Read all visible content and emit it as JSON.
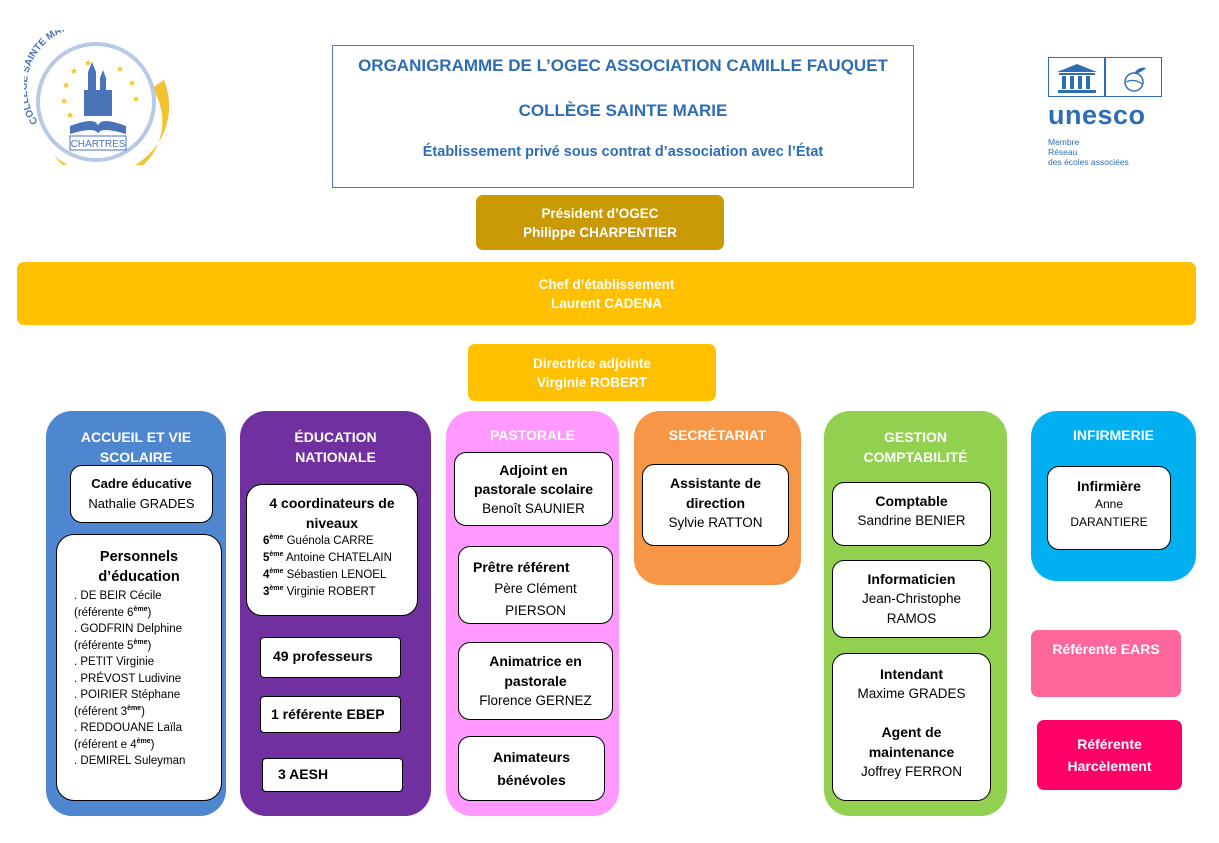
{
  "header": {
    "title": "ORGANIGRAMME DE L’OGEC ASSOCIATION CAMILLE FAUQUET",
    "subtitle": "COLLÈGE SAINTE MARIE",
    "tagline": "Établissement privé sous contrat d’association avec l’État"
  },
  "college_logo": {
    "arc_text": "COLLÈGE SAINTE MARIE",
    "city": "CHARTRES",
    "colors": {
      "blue": "#4a74b8",
      "gold": "#f2c232"
    }
  },
  "unesco_logo": {
    "wordmark": "unesco",
    "lines": [
      "Membre",
      "Réseau",
      "des écoles associées"
    ],
    "color": "#2e6db4"
  },
  "president": {
    "role": "Président d’OGEC",
    "name": "Philippe CHARPENTIER",
    "color": "#c99a06"
  },
  "chef": {
    "role": "Chef d’établissement",
    "name": "Laurent CADENA",
    "color": "#ffc000"
  },
  "adjointe": {
    "role": "Directrice adjointe",
    "name": "Virginie ROBERT",
    "color": "#ffc000"
  },
  "departments": {
    "accueil": {
      "title_line1": "ACCUEIL ET VIE",
      "title_line2": "SCOLAIRE",
      "color": "#4f86d0",
      "cadre": {
        "role": "Cadre éducative",
        "name": "Nathalie GRADES"
      },
      "personnels": {
        "title_line1": "Personnels",
        "title_line2": "d’éducation",
        "lines": [
          ". DE BEIR Cécile",
          "(référente 6",
          ". GODFRIN Delphine",
          "(référente 5",
          ". PETIT Virginie",
          ". PRÉVOST Ludivine",
          ". POIRIER Stéphane",
          "(référent 3",
          ". REDDOUANE Laïla",
          "(référent e 4",
          ". DEMIREL Suleyman"
        ],
        "sup": "ème",
        "close": ")"
      }
    },
    "education": {
      "title_line1": "ÉDUCATION",
      "title_line2": "NATIONALE",
      "color": "#7030a0",
      "coordinateurs": {
        "title_line1": "4 coordinateurs de",
        "title_line2": "niveaux",
        "levels": [
          {
            "num": "6",
            "name": " Guénola CARRE"
          },
          {
            "num": "5",
            "name": " Antoine CHATELAIN"
          },
          {
            "num": "4",
            "name": " Sébastien LENOEL"
          },
          {
            "num": "3",
            "name": " Virginie ROBERT"
          }
        ],
        "sup": "ème"
      },
      "professeurs": "49 professeurs",
      "ebep": "1 référente EBEP",
      "aesh": "3 AESH"
    },
    "pastorale": {
      "title": "PASTORALE",
      "color": "#ff99ff",
      "adjoint": {
        "line1": "Adjoint en",
        "line2": "pastorale scolaire",
        "name": "Benoît  SAUNIER"
      },
      "pretre": {
        "role": "Prêtre référent",
        "name_line1": "Père Clément",
        "name_line2": "PIERSON"
      },
      "animatrice": {
        "line1": "Animatrice en",
        "line2": "pastorale",
        "name": "Florence GERNEZ"
      },
      "animateurs": {
        "line1": "Animateurs",
        "line2": "bénévoles"
      }
    },
    "secretariat": {
      "title": "SECRÉTARIAT",
      "color": "#f79646",
      "assistante": {
        "line1": "Assistante de",
        "line2": "direction",
        "name": "Sylvie RATTON"
      }
    },
    "gestion": {
      "title_line1": "GESTION",
      "title_line2": "COMPTABILITÉ",
      "color": "#92d050",
      "comptable": {
        "role": "Comptable",
        "name": "Sandrine BENIER"
      },
      "informaticien": {
        "role": "Informaticien",
        "name_line1": "Jean-Christophe",
        "name_line2": "RAMOS"
      },
      "intendant": {
        "role": "Intendant",
        "name": "Maxime GRADES"
      },
      "agent": {
        "line1": "Agent de",
        "line2": "maintenance",
        "name": "Joffrey FERRON"
      }
    },
    "infirmerie": {
      "title": "INFIRMERIE",
      "color": "#00b0f0",
      "infirmiere": {
        "role": "Infirmière",
        "name_line1": "Anne",
        "name_line2": "DARANTIERE"
      }
    }
  },
  "referente_ears": {
    "label": "Référente EARS",
    "color": "#ff6699"
  },
  "referente_harcelement": {
    "line1": "Référente",
    "line2": "Harcèlement",
    "color": "#ff0066"
  }
}
